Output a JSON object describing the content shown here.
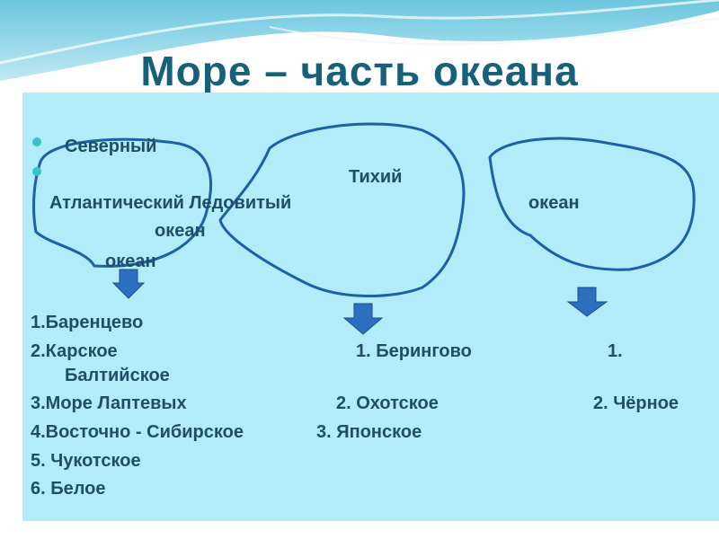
{
  "slide": {
    "title": "Море – часть океана",
    "accent_color": "#17607a",
    "panel_color": "#b2ecf8",
    "arrow_color": "#2a6fc0",
    "bullet_color": "#33c4c8"
  },
  "header": {
    "line1": "Северный",
    "line2_ocean": "Тихий",
    "line3_left": "Атлантический Ледовитый",
    "line3_right": "океан",
    "line4": "океан",
    "line5": "океан"
  },
  "columns": {
    "left": [
      "1.Баренцево",
      "2.Карское",
      "Балтийское",
      "3.Море Лаптевых",
      "4.Восточно - Сибирское",
      "5. Чукотское",
      "6. Белое"
    ],
    "middle": [
      "1. Берингово",
      "2. Охотское",
      "3. Японское"
    ],
    "right": [
      "1.",
      "2. Чёрное"
    ]
  }
}
